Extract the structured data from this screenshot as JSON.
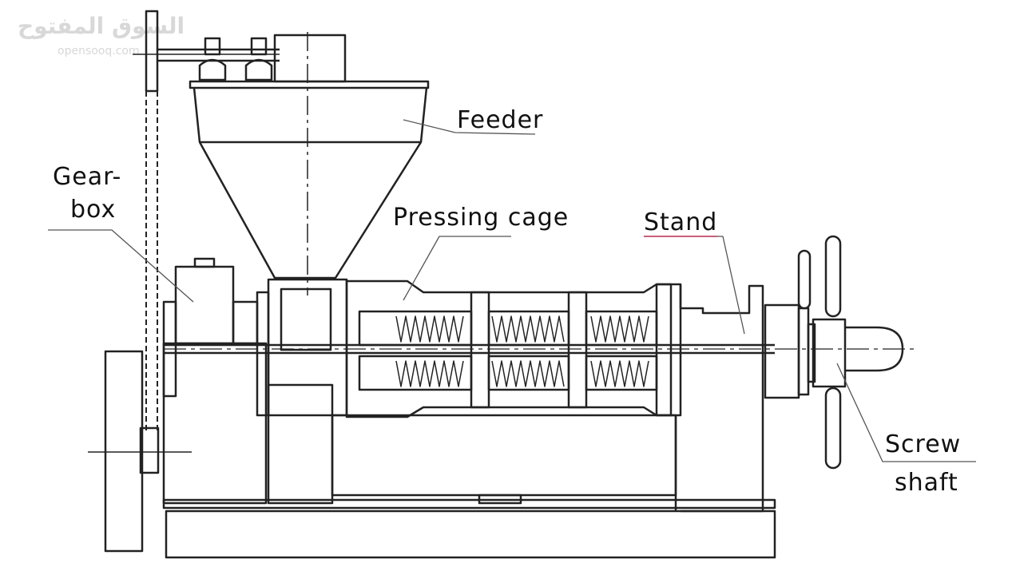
{
  "watermark": {
    "arabic": "السوق المفتوح",
    "latin": "opensooq.com"
  },
  "labels": {
    "feeder": "Feeder",
    "gearbox_line1": "Gear-",
    "gearbox_line2": "box",
    "pressing_cage": "Pressing cage",
    "stand": "Stand",
    "screw_line1": "Screw",
    "screw_line2": "shaft"
  },
  "colors": {
    "stroke": "#222222",
    "accent_underline": "#c8607a",
    "leader": "#555555"
  }
}
